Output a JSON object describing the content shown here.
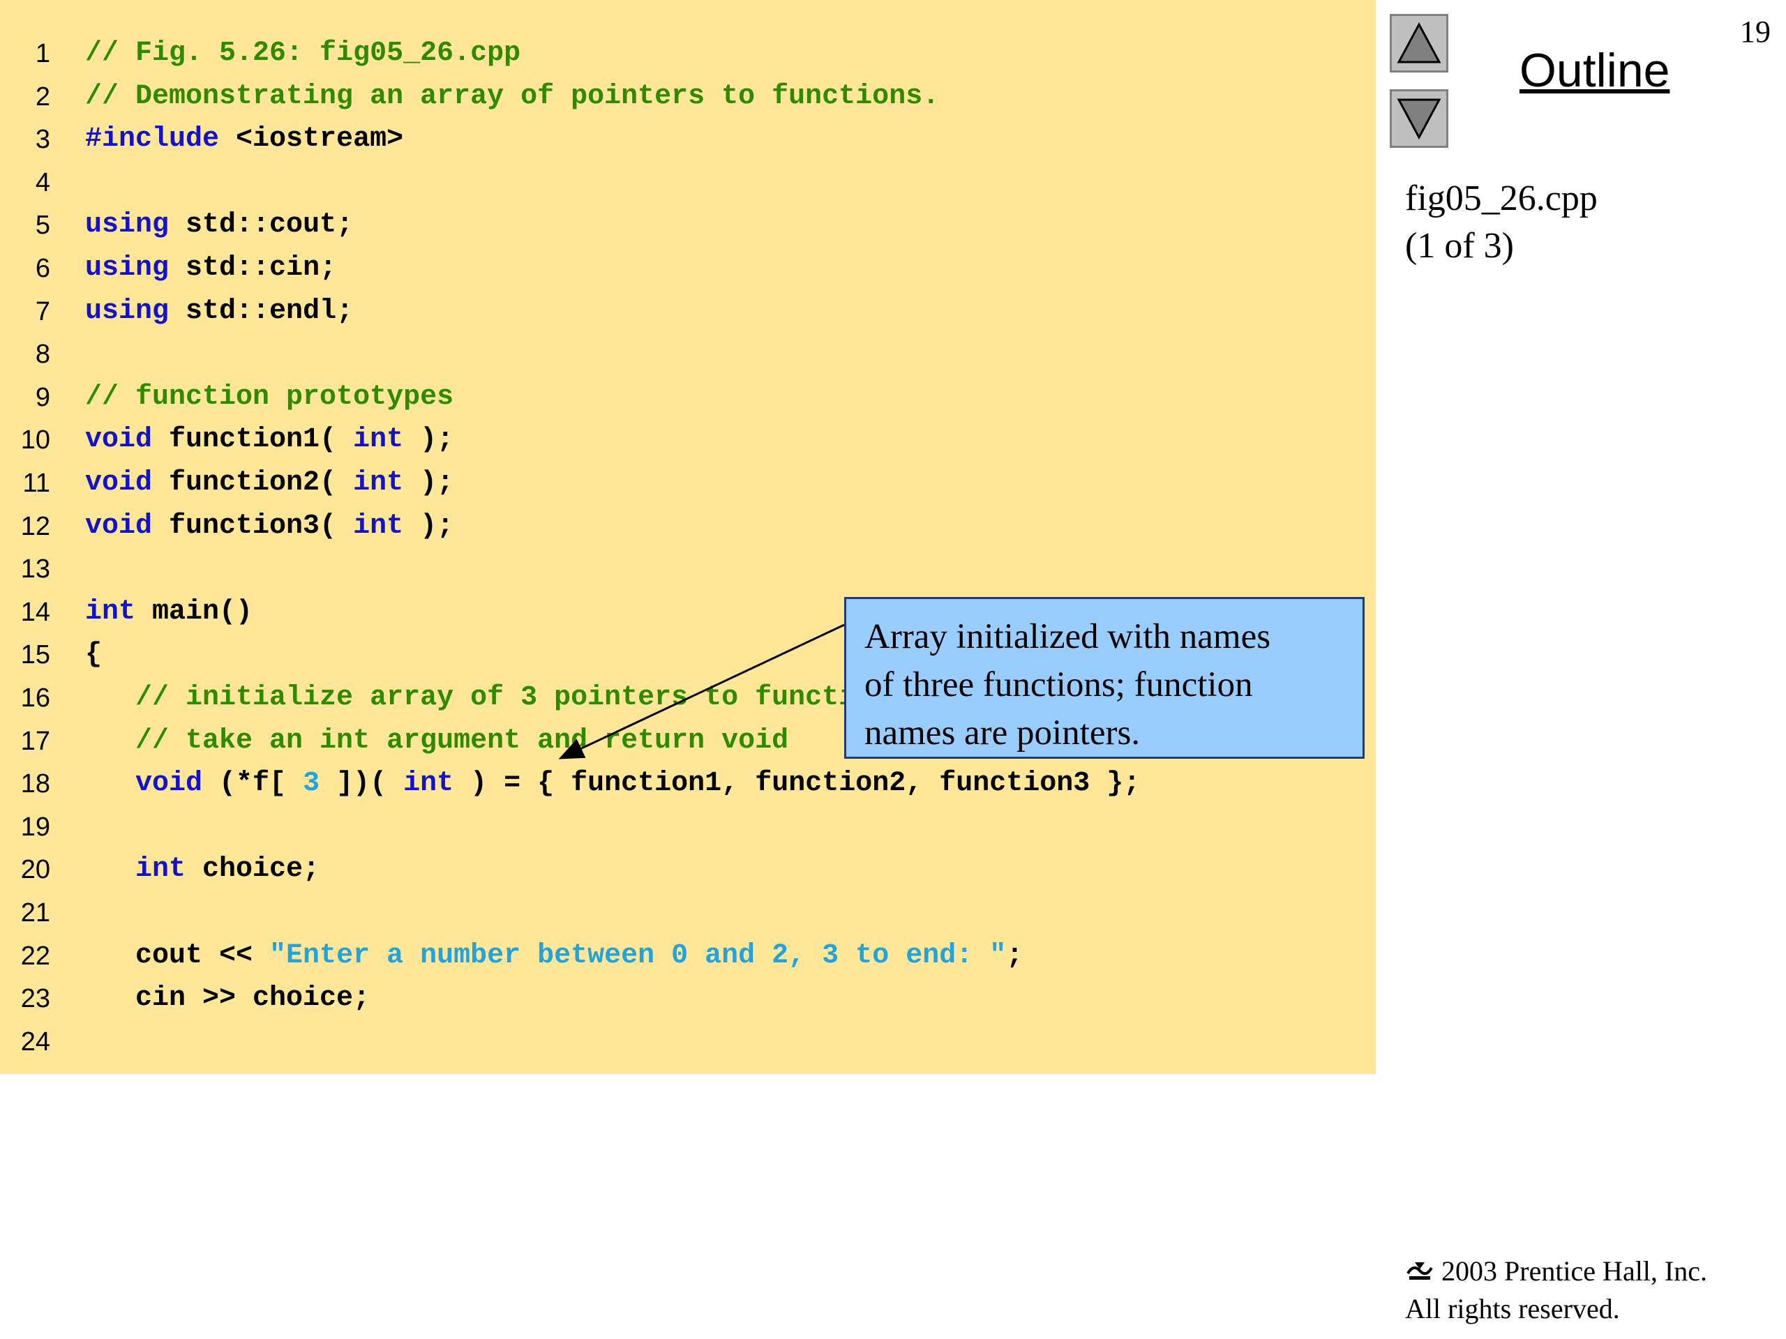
{
  "slide_number": "19",
  "outline": {
    "title": "Outline",
    "file_name": "fig05_26.cpp",
    "page_info": "(1 of 3)"
  },
  "nav": {
    "up_icon": "triangle-up-icon",
    "down_icon": "triangle-down-icon"
  },
  "callout": {
    "lines": [
      "Array initialized with names",
      "of three functions; function",
      "names are pointers."
    ]
  },
  "footer": {
    "logo_icon": "prentice-hall-logo-icon",
    "copyright": "2003 Prentice Hall, Inc.",
    "rights": "All rights reserved."
  },
  "colors": {
    "code_background": "#ffe699",
    "comment": "#2e8b00",
    "keyword": "#1212c8",
    "string": "#1fa4e0",
    "callout_background": "#99ccff"
  },
  "code_lines": [
    {
      "num": "1",
      "tokens": [
        {
          "t": "comment",
          "s": "// Fig. 5.26: fig05_26.cpp"
        }
      ]
    },
    {
      "num": "2",
      "tokens": [
        {
          "t": "comment",
          "s": "// Demonstrating an array of pointers to functions."
        }
      ]
    },
    {
      "num": "3",
      "tokens": [
        {
          "t": "keyword",
          "s": "#include"
        },
        {
          "t": "plain",
          "s": " <iostream>"
        }
      ]
    },
    {
      "num": "4",
      "tokens": []
    },
    {
      "num": "5",
      "tokens": [
        {
          "t": "keyword",
          "s": "using"
        },
        {
          "t": "plain",
          "s": " std::cout;"
        }
      ]
    },
    {
      "num": "6",
      "tokens": [
        {
          "t": "keyword",
          "s": "using"
        },
        {
          "t": "plain",
          "s": " std::cin;"
        }
      ]
    },
    {
      "num": "7",
      "tokens": [
        {
          "t": "keyword",
          "s": "using"
        },
        {
          "t": "plain",
          "s": " std::endl;"
        }
      ]
    },
    {
      "num": "8",
      "tokens": []
    },
    {
      "num": "9",
      "tokens": [
        {
          "t": "comment",
          "s": "// function prototypes"
        }
      ]
    },
    {
      "num": "10",
      "tokens": [
        {
          "t": "keyword",
          "s": "void"
        },
        {
          "t": "plain",
          "s": " function1( "
        },
        {
          "t": "keyword",
          "s": "int"
        },
        {
          "t": "plain",
          "s": " );"
        }
      ]
    },
    {
      "num": "11",
      "tokens": [
        {
          "t": "keyword",
          "s": "void"
        },
        {
          "t": "plain",
          "s": " function2( "
        },
        {
          "t": "keyword",
          "s": "int"
        },
        {
          "t": "plain",
          "s": " );"
        }
      ]
    },
    {
      "num": "12",
      "tokens": [
        {
          "t": "keyword",
          "s": "void"
        },
        {
          "t": "plain",
          "s": " function3( "
        },
        {
          "t": "keyword",
          "s": "int"
        },
        {
          "t": "plain",
          "s": " );"
        }
      ]
    },
    {
      "num": "13",
      "tokens": []
    },
    {
      "num": "14",
      "tokens": [
        {
          "t": "keyword",
          "s": "int"
        },
        {
          "t": "plain",
          "s": " main()"
        }
      ]
    },
    {
      "num": "15",
      "tokens": [
        {
          "t": "plain",
          "s": "{"
        }
      ]
    },
    {
      "num": "16",
      "tokens": [
        {
          "t": "comment",
          "s": "   // initialize array of 3 pointers to functions that each"
        }
      ]
    },
    {
      "num": "17",
      "tokens": [
        {
          "t": "comment",
          "s": "   // take an int argument and return void"
        }
      ]
    },
    {
      "num": "18",
      "tokens": [
        {
          "t": "plain",
          "s": "   "
        },
        {
          "t": "keyword",
          "s": "void"
        },
        {
          "t": "plain",
          "s": " (*f[ "
        },
        {
          "t": "number",
          "s": "3"
        },
        {
          "t": "plain",
          "s": " ])( "
        },
        {
          "t": "keyword",
          "s": "int"
        },
        {
          "t": "plain",
          "s": " ) = { function1, function2, function3 };"
        }
      ]
    },
    {
      "num": "19",
      "tokens": []
    },
    {
      "num": "20",
      "tokens": [
        {
          "t": "plain",
          "s": "   "
        },
        {
          "t": "keyword",
          "s": "int"
        },
        {
          "t": "plain",
          "s": " choice;"
        }
      ]
    },
    {
      "num": "21",
      "tokens": []
    },
    {
      "num": "22",
      "tokens": [
        {
          "t": "plain",
          "s": "   cout << "
        },
        {
          "t": "string",
          "s": "\"Enter a number between 0 and 2, 3 to end: \""
        },
        {
          "t": "plain",
          "s": ";"
        }
      ]
    },
    {
      "num": "23",
      "tokens": [
        {
          "t": "plain",
          "s": "   cin >> choice;"
        }
      ]
    },
    {
      "num": "24",
      "tokens": []
    }
  ]
}
